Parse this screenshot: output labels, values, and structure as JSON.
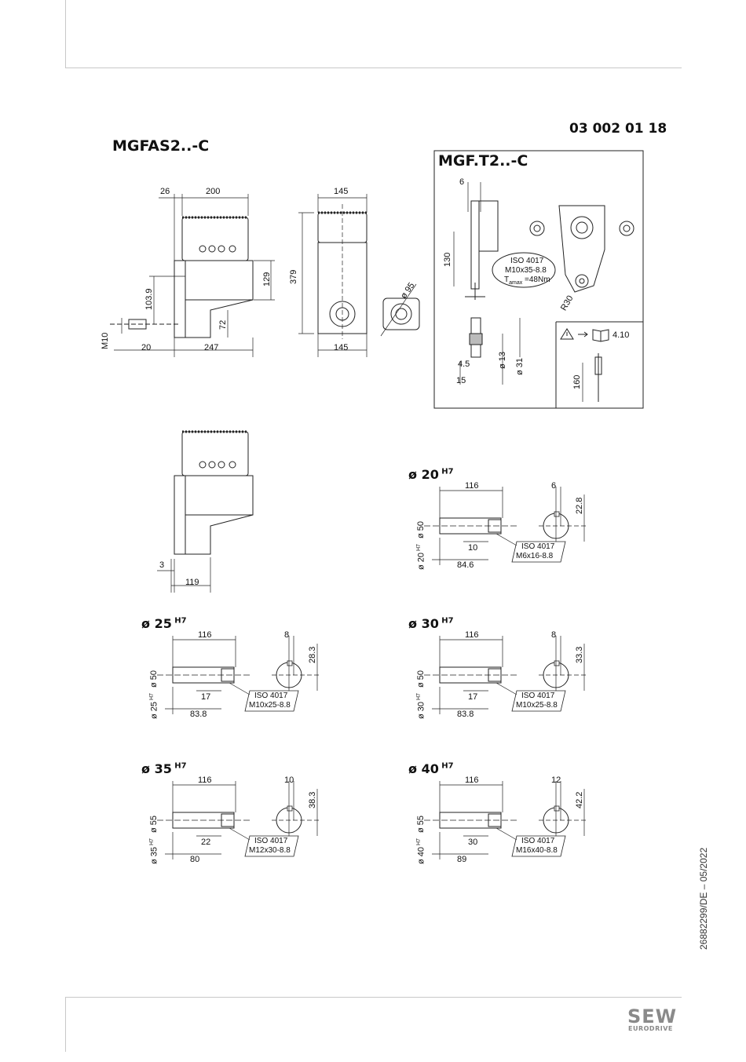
{
  "header": {
    "doc_number": "03 002 01 18"
  },
  "views": {
    "main_title": "MGFAS2..-C",
    "side_dims": {
      "d26": "26",
      "d200": "200",
      "d129": "129",
      "d103_9": "103.9",
      "d72": "72",
      "dM10": "M10",
      "d20": "20",
      "d247": "247"
    },
    "front_dims": {
      "d145_top": "145",
      "d379": "379",
      "d145_bottom": "145"
    },
    "flange_dims": {
      "d95": "ø 95"
    },
    "lower_view_dims": {
      "d3": "3",
      "d119": "119"
    }
  },
  "torque_arm": {
    "title": "MGF.T2..-C",
    "dims": {
      "d6": "6",
      "d130": "130",
      "dR30": "R30",
      "d4_5": "4.5",
      "d15": "15",
      "d13": "ø 13",
      "d31": "ø 31",
      "d160": "160"
    },
    "bolt_note": {
      "line1": "ISO 4017",
      "line2": "M10x35-8.8",
      "line3": "T",
      "line3_sub": "amax",
      "line3_rest": " =48Nm"
    },
    "ref": "4.10"
  },
  "shafts": [
    {
      "id": "s20",
      "title": "ø 20",
      "sup": "H7",
      "len": "116",
      "key": "6",
      "height": "22.8",
      "outer": "ø 50",
      "bore": "ø 20",
      "bore_sup": "H7",
      "depth": "10",
      "total": "84.6",
      "bolt1": "ISO 4017",
      "bolt2": "M6x16-8.8"
    },
    {
      "id": "s25",
      "title": "ø 25",
      "sup": "H7",
      "len": "116",
      "key": "8",
      "height": "28.3",
      "outer": "ø 50",
      "bore": "ø 25",
      "bore_sup": "H7",
      "depth": "17",
      "total": "83.8",
      "bolt1": "ISO 4017",
      "bolt2": "M10x25-8.8"
    },
    {
      "id": "s30",
      "title": "ø 30",
      "sup": "H7",
      "len": "116",
      "key": "8",
      "height": "33.3",
      "outer": "ø 50",
      "bore": "ø 30",
      "bore_sup": "H7",
      "depth": "17",
      "total": "83.8",
      "bolt1": "ISO 4017",
      "bolt2": "M10x25-8.8"
    },
    {
      "id": "s35",
      "title": "ø 35",
      "sup": "H7",
      "len": "116",
      "key": "10",
      "height": "38.3",
      "outer": "ø 55",
      "bore": "ø 35",
      "bore_sup": "H7",
      "depth": "22",
      "total": "80",
      "bolt1": "ISO 4017",
      "bolt2": "M12x30-8.8"
    },
    {
      "id": "s40",
      "title": "ø 40",
      "sup": "H7",
      "len": "116",
      "key": "12",
      "height": "42.2",
      "outer": "ø 55",
      "bore": "ø 40",
      "bore_sup": "H7",
      "depth": "30",
      "total": "89",
      "bolt1": "ISO 4017",
      "bolt2": "M16x40-8.8"
    }
  ],
  "footer": {
    "side_code": "26882299/DE – 05/2022",
    "logo_top": "SEW",
    "logo_bottom": "EURODRIVE"
  }
}
